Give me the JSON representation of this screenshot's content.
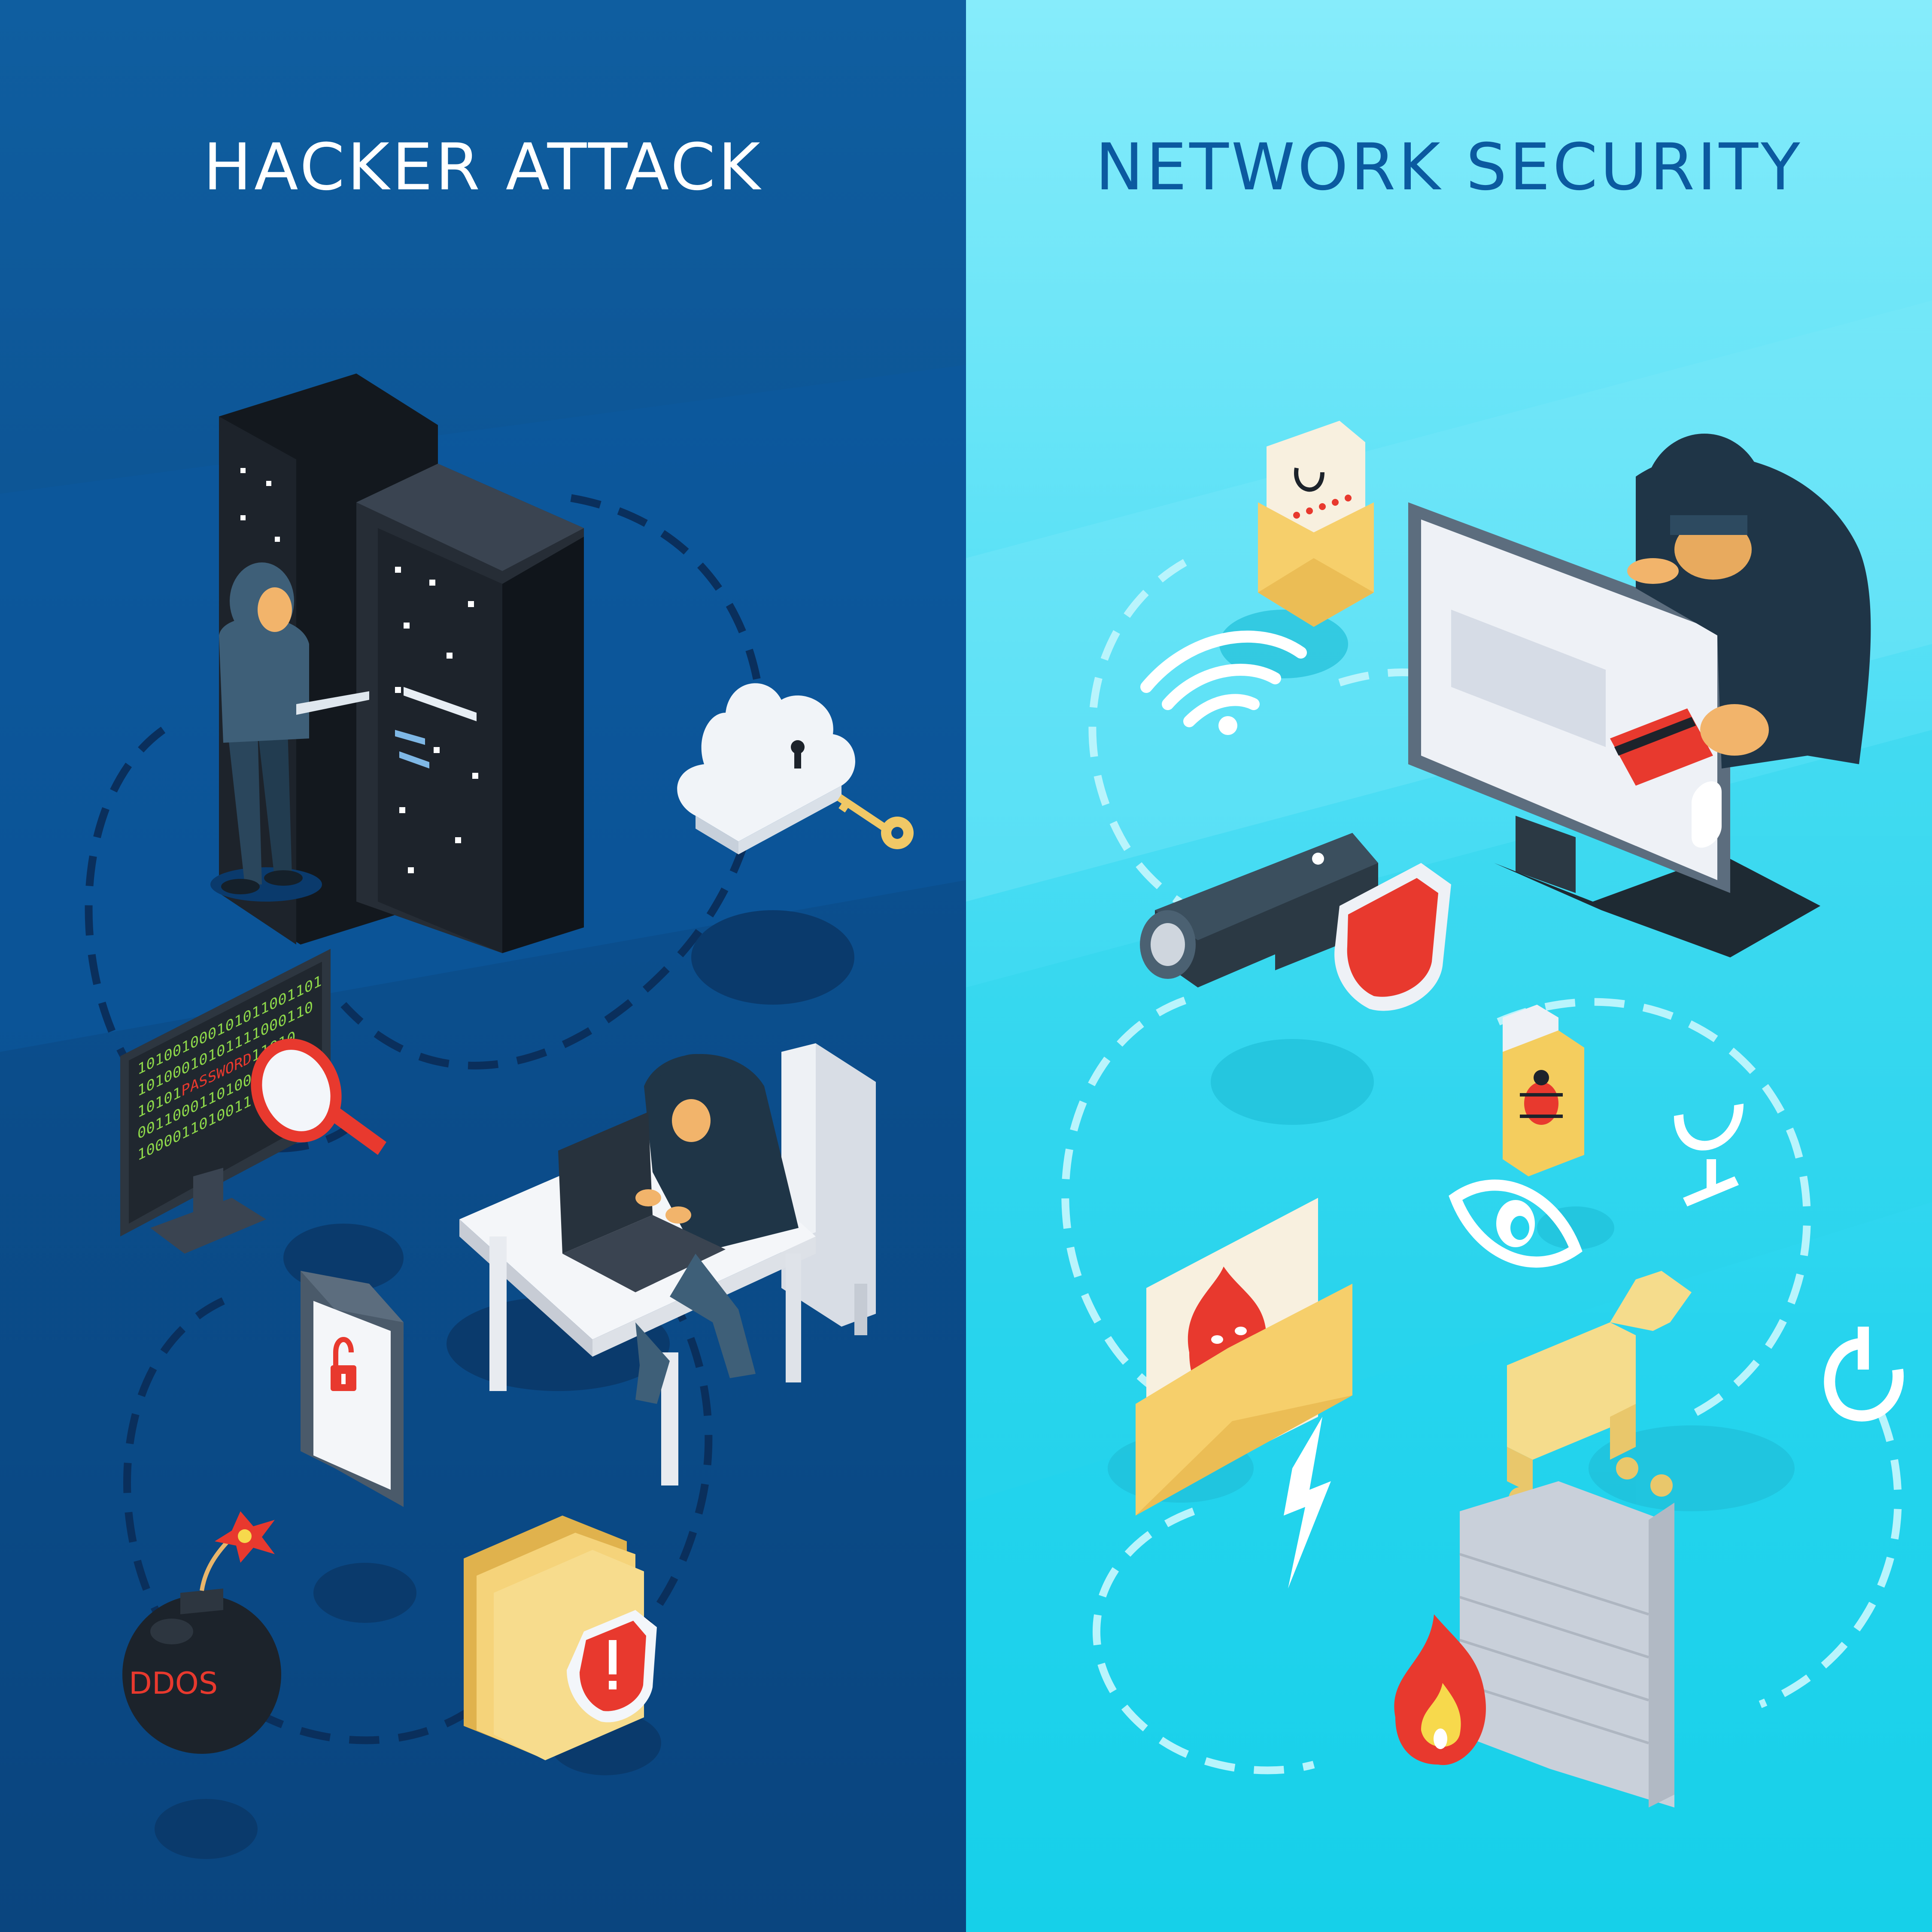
{
  "left_banner": {
    "title": "HACKER ATTACK",
    "background": "#0b4f8e",
    "title_color": "#ffffff",
    "monitor_code_lines": [
      "101001000101011001101",
      "10100010101111000110",
      "10101PASSWORD11010",
      "001100011010011",
      "1000011010011"
    ],
    "monitor_code_highlight": "PASSWORD",
    "bomb_label": "DDOS",
    "icons": [
      "server-rack-icon",
      "hacker-figure-icon",
      "cloud-lock-icon",
      "key-icon",
      "code-monitor-icon",
      "magnifier-icon",
      "hacker-at-laptop-icon",
      "smartphone-lock-icon",
      "ddos-bomb-icon",
      "folders-warning-icon"
    ]
  },
  "right_banner": {
    "title": "NETWORK SECURITY",
    "background": "#26d4ee",
    "title_color": "#0b5aa0",
    "icons": [
      "phishing-letter-icon",
      "wifi-icon",
      "monitor-thief-icon",
      "credit-card-icon",
      "cctv-camera-icon",
      "shield-icon",
      "usb-virus-icon",
      "microphone-icon",
      "eye-icon",
      "malware-letter-icon",
      "trojan-horse-icon",
      "power-icon",
      "lightning-icon",
      "firewall-icon"
    ]
  },
  "colors": {
    "accent_red": "#e8392e",
    "accent_yellow": "#f2c25b",
    "hoodie": "#34556a",
    "server": "#1d232b"
  }
}
